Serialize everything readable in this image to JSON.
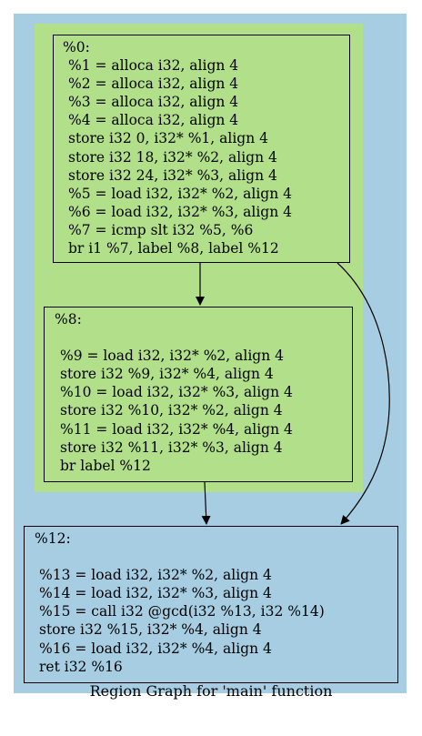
{
  "graph_title": "Region Graph for 'main' function",
  "colors": {
    "outer_region": "#a6cde2",
    "inner_region": "#b2df8a",
    "stroke": "#000000"
  },
  "nodes": {
    "n0": {
      "label": "%0:",
      "lines": [
        "%1 = alloca i32, align 4",
        "%2 = alloca i32, align 4",
        "%3 = alloca i32, align 4",
        "%4 = alloca i32, align 4",
        "store i32 0, i32* %1, align 4",
        "store i32 18, i32* %2, align 4",
        "store i32 24, i32* %3, align 4",
        "%5 = load i32, i32* %2, align 4",
        "%6 = load i32, i32* %3, align 4",
        "%7 = icmp slt i32 %5, %6",
        "br i1 %7, label %8, label %12"
      ]
    },
    "n8": {
      "label": "%8:",
      "lines": [
        "",
        "%9 = load i32, i32* %2, align 4",
        "store i32 %9, i32* %4, align 4",
        "%10 = load i32, i32* %3, align 4",
        "store i32 %10, i32* %2, align 4",
        "%11 = load i32, i32* %4, align 4",
        "store i32 %11, i32* %3, align 4",
        "br label %12"
      ]
    },
    "n12": {
      "label": "%12:",
      "lines": [
        "",
        "%13 = load i32, i32* %2, align 4",
        "%14 = load i32, i32* %3, align 4",
        "%15 = call i32 @gcd(i32 %13, i32 %14)",
        "store i32 %15, i32* %4, align 4",
        "%16 = load i32, i32* %4, align 4",
        "ret i32 %16"
      ]
    }
  }
}
